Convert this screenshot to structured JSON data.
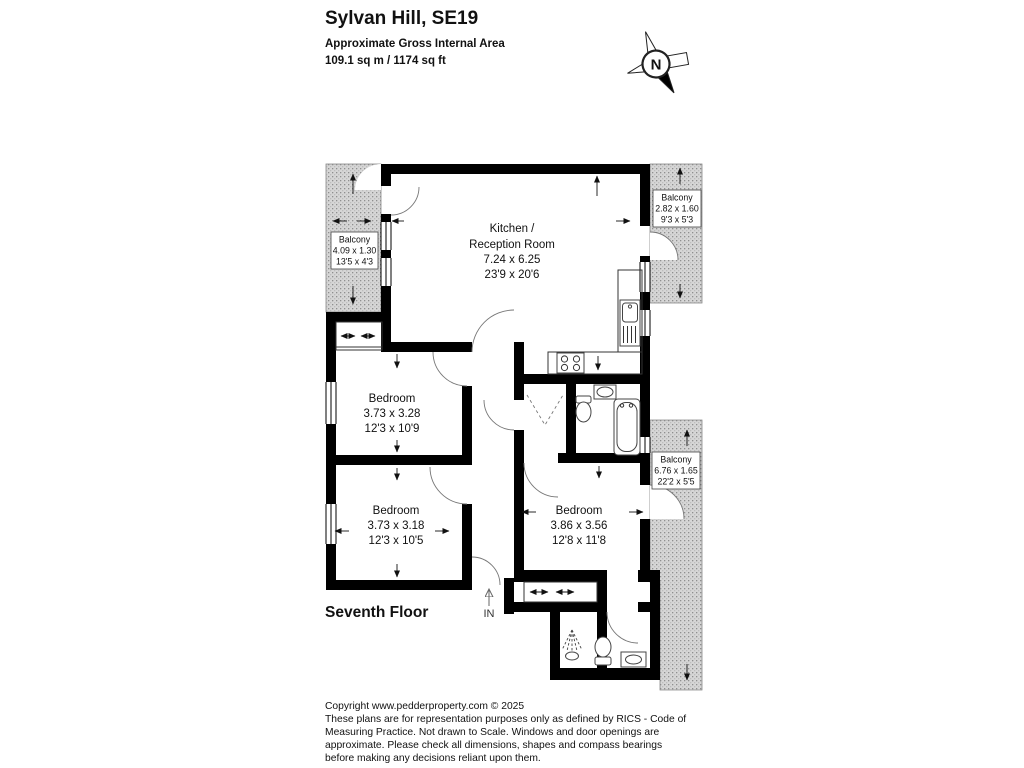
{
  "header": {
    "title": "Sylvan Hill, SE19",
    "subtitle": "Approximate Gross Internal Area",
    "area": "109.1 sq m / 1174 sq ft"
  },
  "compass": {
    "label": "N"
  },
  "floor_label": "Seventh Floor",
  "entrance_label": "IN",
  "rooms": {
    "kitchen": {
      "name_line1": "Kitchen /",
      "name_line2": "Reception Room",
      "metric": "7.24 x 6.25",
      "imperial": "23'9 x 20'6"
    },
    "bedroom1": {
      "name": "Bedroom",
      "metric": "3.73 x 3.28",
      "imperial": "12'3 x 10'9"
    },
    "bedroom2": {
      "name": "Bedroom",
      "metric": "3.73 x 3.18",
      "imperial": "12'3 x 10'5"
    },
    "bedroom3": {
      "name": "Bedroom",
      "metric": "3.86 x 3.56",
      "imperial": "12'8 x 11'8"
    },
    "balcony_left": {
      "name": "Balcony",
      "metric": "4.09 x 1.30",
      "imperial": "13'5 x 4'3"
    },
    "balcony_top_right": {
      "name": "Balcony",
      "metric": "2.82 x 1.60",
      "imperial": "9'3 x 5'3"
    },
    "balcony_bottom_right": {
      "name": "Balcony",
      "metric": "6.76 x 1.65",
      "imperial": "22'2 x 5'5"
    }
  },
  "footer": {
    "line1": "Copyright www.pedderproperty.com © 2025",
    "line2": "These plans are for representation purposes only as defined by RICS - Code of",
    "line3": "Measuring Practice. Not drawn to Scale. Windows and door openings are",
    "line4": "approximate. Please check all dimensions, shapes and compass bearings",
    "line5": "before making any decisions reliant upon them."
  },
  "icons": {
    "compass": "compass-rose-north",
    "entrance": "up-arrow",
    "bathroom": [
      "toilet",
      "sink",
      "bathtub"
    ],
    "shower_room": [
      "shower",
      "toilet",
      "sink"
    ],
    "kitchen": [
      "sink-drainer",
      "hob"
    ]
  },
  "colors": {
    "wall": "#000000",
    "balcony_fill": "#d6d6d6",
    "background": "#ffffff",
    "text": "#111111"
  }
}
